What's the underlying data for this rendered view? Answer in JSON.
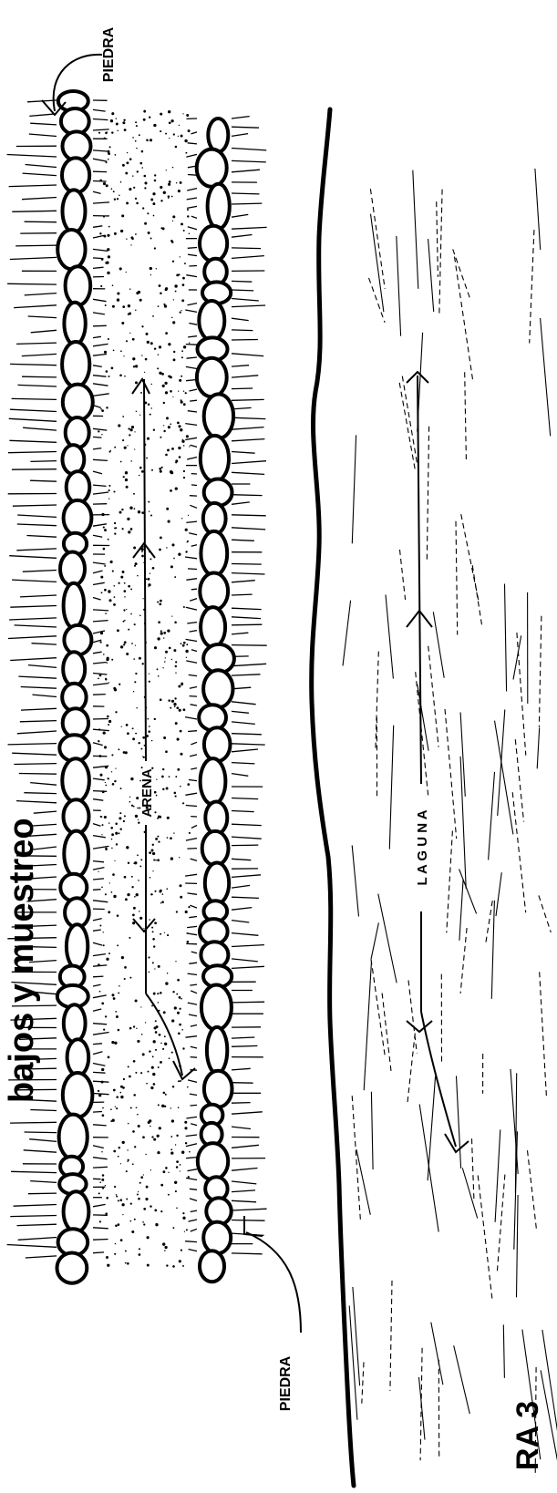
{
  "diagram": {
    "labels": {
      "piedra_top": "PIEDRA",
      "piedra_bottom": "PIEDRA",
      "arena": "ARENA",
      "laguna": "L A G U N A",
      "figure_caption": "RA 3",
      "title_fragment": "bajos y muestreo"
    }
  }
}
